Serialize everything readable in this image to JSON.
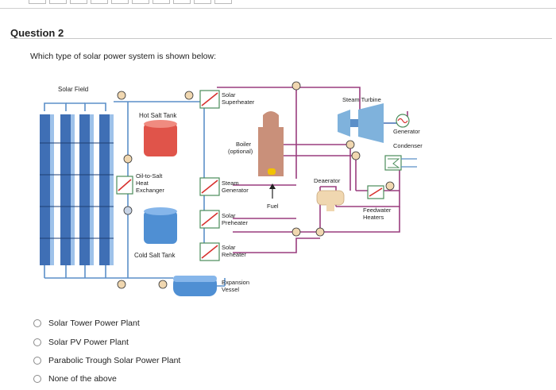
{
  "question": {
    "title": "Question 2",
    "prompt": "Which type of solar power system is shown below:"
  },
  "diagram": {
    "labels": {
      "solar_field": "Solar Field",
      "hot_salt_tank": "Hot Salt Tank",
      "cold_salt_tank": "Cold Salt Tank",
      "oil_to_salt_1": "Oil-to-Salt",
      "oil_to_salt_2": "Heat",
      "oil_to_salt_3": "Exchanger",
      "solar_superheater_1": "Solar",
      "solar_superheater_2": "Superheater",
      "boiler_1": "Boiler",
      "boiler_2": "(optional)",
      "fuel": "Fuel",
      "steam_generator_1": "Steam",
      "steam_generator_2": "Generator",
      "solar_preheater_1": "Solar",
      "solar_preheater_2": "Preheater",
      "solar_reheater_1": "Solar",
      "solar_reheater_2": "Reheater",
      "expansion_vessel_1": "Expansion",
      "expansion_vessel_2": "Vessel",
      "steam_turbine": "Steam Turbine",
      "generator": "Generator",
      "condenser": "Condenser",
      "deaerator": "Deaerator",
      "feedwater_heaters_1": "Feedwater",
      "feedwater_heaters_2": "Heaters"
    },
    "colors": {
      "oil_loop": "#5b8fc8",
      "steam_loop": "#9a3d7f",
      "collector": "#3f6fb5",
      "hot_tank": "#e0544a",
      "cold_tank": "#4f8fd3",
      "boiler": "#c9907a",
      "flame": "#f2c200",
      "exchanger": "#d7312e"
    }
  },
  "options": [
    {
      "label": "Solar Tower Power Plant"
    },
    {
      "label": "Solar PV Power Plant"
    },
    {
      "label": "Parabolic Trough Solar Power Plant"
    },
    {
      "label": "None of the above"
    }
  ]
}
